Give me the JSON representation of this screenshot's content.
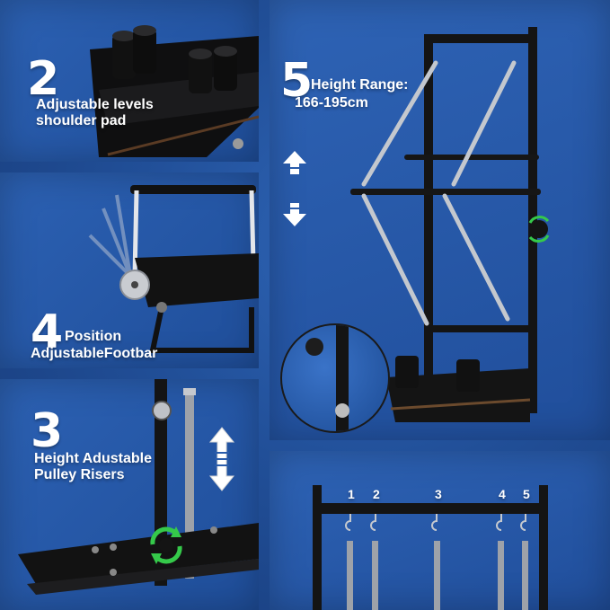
{
  "panels": {
    "shoulder_pad": {
      "number": "2",
      "line1": "Adjustable levels",
      "line2": "shoulder pad"
    },
    "footbar": {
      "number": "4",
      "line1": "Position",
      "line2": "AdjustableFootbar"
    },
    "pulley": {
      "number": "3",
      "line1": "Height Adustable",
      "line2": "Pulley Risers"
    },
    "height": {
      "number": "5",
      "line1": "Height Range:",
      "line2": "166-195cm"
    },
    "hooks": {
      "labels": [
        "1",
        "2",
        "3",
        "4",
        "5"
      ]
    }
  },
  "colors": {
    "background": "#214f98",
    "panel": "#2a5cab",
    "accent_green": "#35c94a",
    "frame": "#141414"
  },
  "icons": [
    "arrow-up-icon",
    "arrow-down-icon",
    "double-arrow-icon",
    "rotate-icon"
  ]
}
